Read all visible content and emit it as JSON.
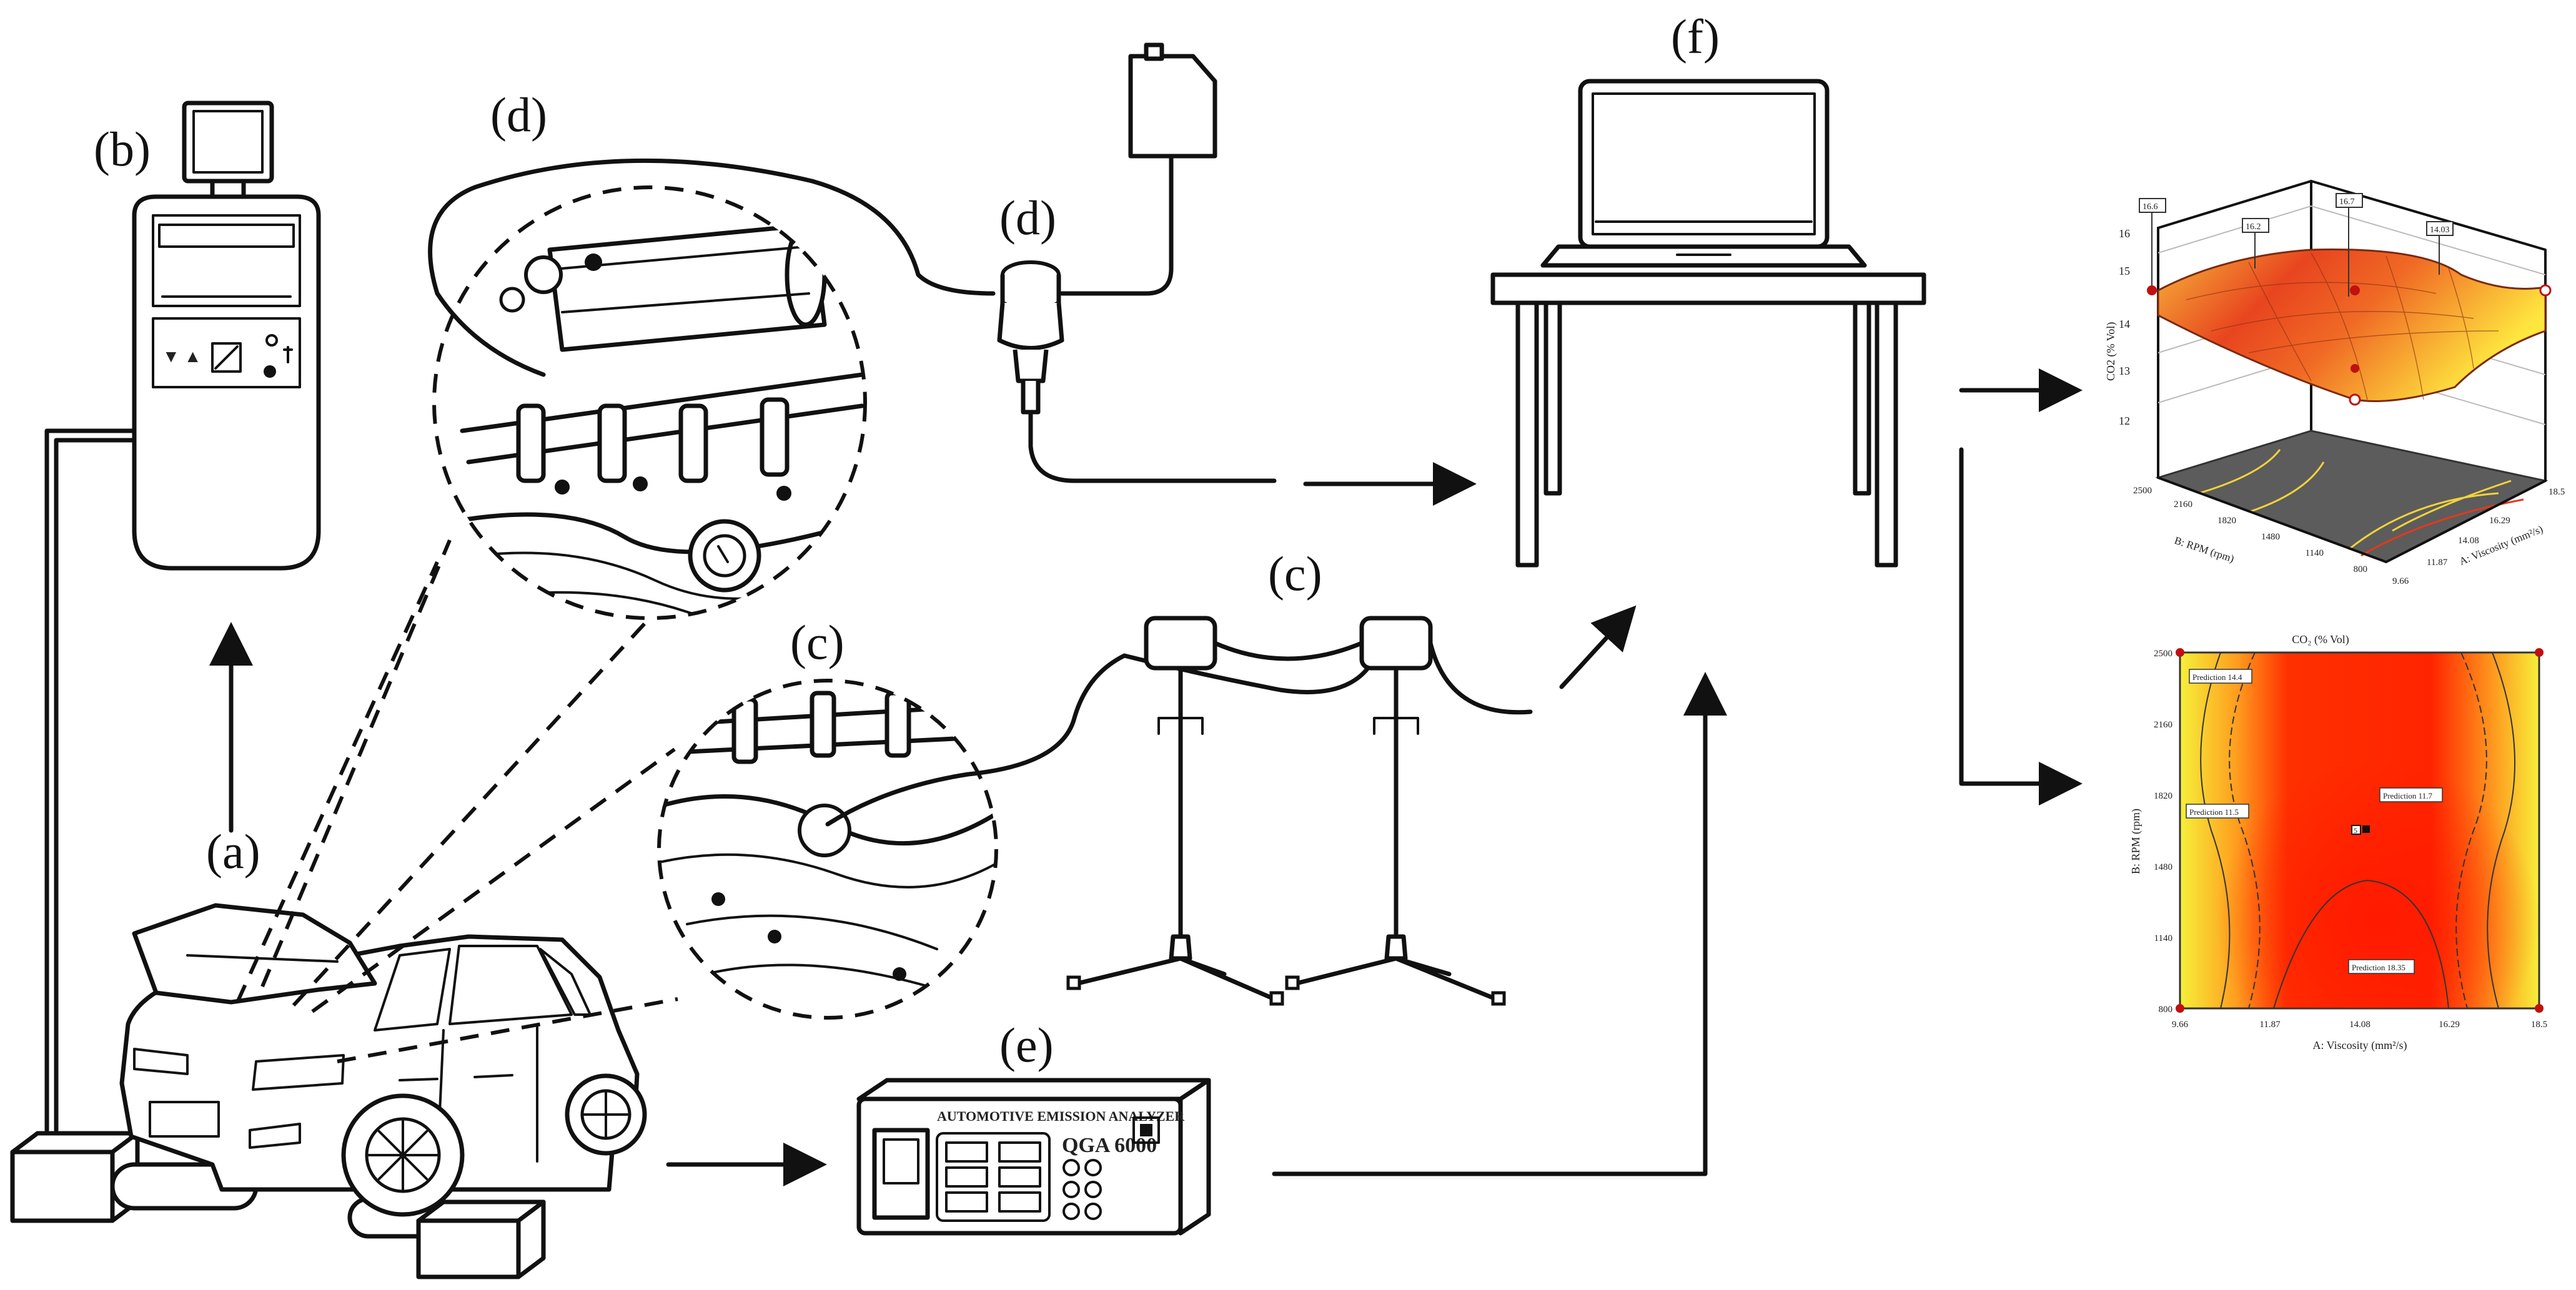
{
  "labels": {
    "a": "(a)",
    "b": "(b)",
    "c_top": "(c)",
    "c_inset": "(c)",
    "d_top": "(d)",
    "d_mid": "(d)",
    "e": "(e)",
    "f": "(f)"
  },
  "analyzer": {
    "panel_text": "AUTOMOTIVE EMISSION ANALYZER",
    "model": "QGA 6000"
  },
  "surface_plot": {
    "z_axis_label": "CO2 (% Vol)",
    "z_ticks": [
      "16",
      "15",
      "14",
      "13",
      "12"
    ],
    "x_axis_label": "A: Viscosity (mm²/s)",
    "x_ticks": [
      "9.66",
      "11.87",
      "14.08",
      "16.29",
      "18.5"
    ],
    "y_axis_label": "B: RPM (rpm)",
    "y_ticks": [
      "2500",
      "2160",
      "1820",
      "1480",
      "1140",
      "800"
    ],
    "flags": [
      "16.6",
      "16.2",
      "16.7",
      "14.03"
    ]
  },
  "contour_plot": {
    "title": "CO₂ (% Vol)",
    "x_axis_label": "A: Viscosity (mm²/s)",
    "x_ticks": [
      "9.66",
      "11.87",
      "14.08",
      "16.29",
      "18.5"
    ],
    "y_axis_label": "B: RPM (rpm)",
    "y_ticks": [
      "2500",
      "2160",
      "1820",
      "1480",
      "1140",
      "800"
    ],
    "predictions": [
      "Prediction 14.4",
      "Prediction 11.7",
      "Prediction 11.5",
      "Prediction 18.35"
    ],
    "center_label": "5"
  },
  "colors": {
    "ink": "#111111",
    "surface_low": "#e53a1d",
    "surface_high": "#ffe23a",
    "contour_red": "#ff2a00",
    "contour_yellow": "#f6f23c",
    "base_grey": "#5c5c5c"
  }
}
